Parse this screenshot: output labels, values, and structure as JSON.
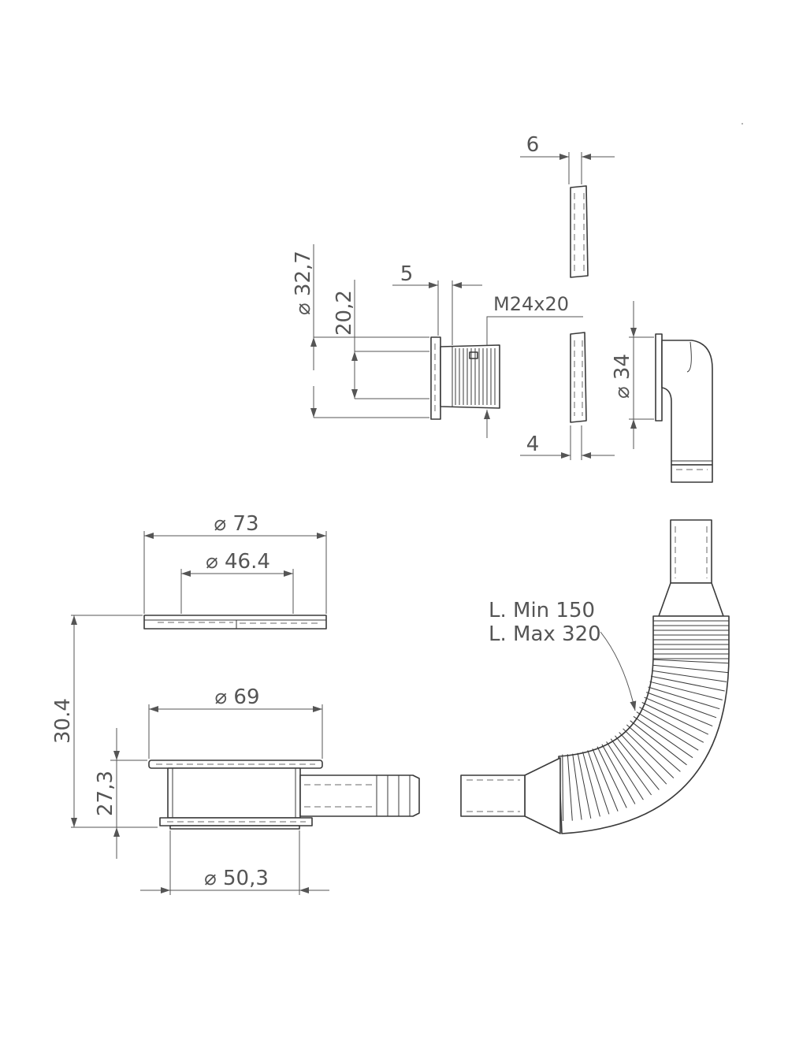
{
  "diameter_symbol": "⌀",
  "dimensions": {
    "nut_thickness": "6",
    "flange_thickness": "5",
    "thread": "M24x20",
    "outer_diameter_small": "32,7",
    "inner_diameter_small": "20,2",
    "washer_thickness": "4",
    "elbow_diameter": "34",
    "cover_diameter": "73",
    "cover_inner_diameter": "46.4",
    "total_height": "30.4",
    "body_diameter": "69",
    "body_height": "27,3",
    "body_bottom_diameter": "50,3",
    "hose_length_min": "L. Min 150",
    "hose_length_max": "L. Max 320"
  },
  "colors": {
    "line": "#3a3a3a",
    "dimension": "#555555"
  }
}
